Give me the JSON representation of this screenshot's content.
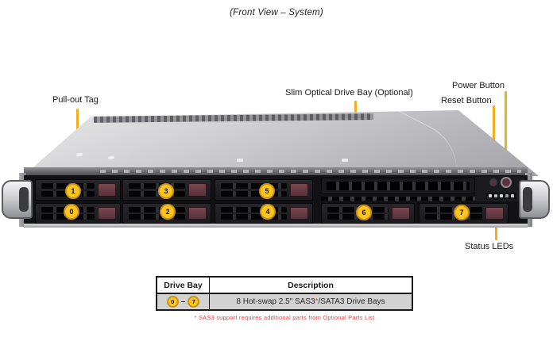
{
  "title": "(Front View – System)",
  "callouts": {
    "pull_out_tag": "Pull-out Tag",
    "optical_bay": "Slim Optical Drive Bay (Optional)",
    "power_button": "Power Button",
    "reset_button": "Reset Button",
    "status_leds": "Status LEDs"
  },
  "server": {
    "bays": {
      "b0": "0",
      "b1": "1",
      "b2": "2",
      "b3": "3",
      "b4": "4",
      "b5": "5",
      "b6": "6",
      "b7": "7"
    }
  },
  "table": {
    "headers": {
      "drive_bay": "Drive Bay",
      "description": "Description"
    },
    "row": {
      "start": "0",
      "dash": "–",
      "end": "7",
      "desc_pre": "8 Hot-swap 2.5\" SAS3",
      "star": "*",
      "desc_post": "/SATA3 Drive Bays"
    }
  },
  "footnote": "* SAS3 support requires additional parts from Optional Parts List",
  "colors": {
    "callout_line": "#F2AE1C",
    "badge_fill": "#FFC41E",
    "badge_ring": "#C6921B",
    "latch_maroon": "#6E4049",
    "footnote_red": "#E04545",
    "table_row_bg": "#D2D2D2"
  }
}
